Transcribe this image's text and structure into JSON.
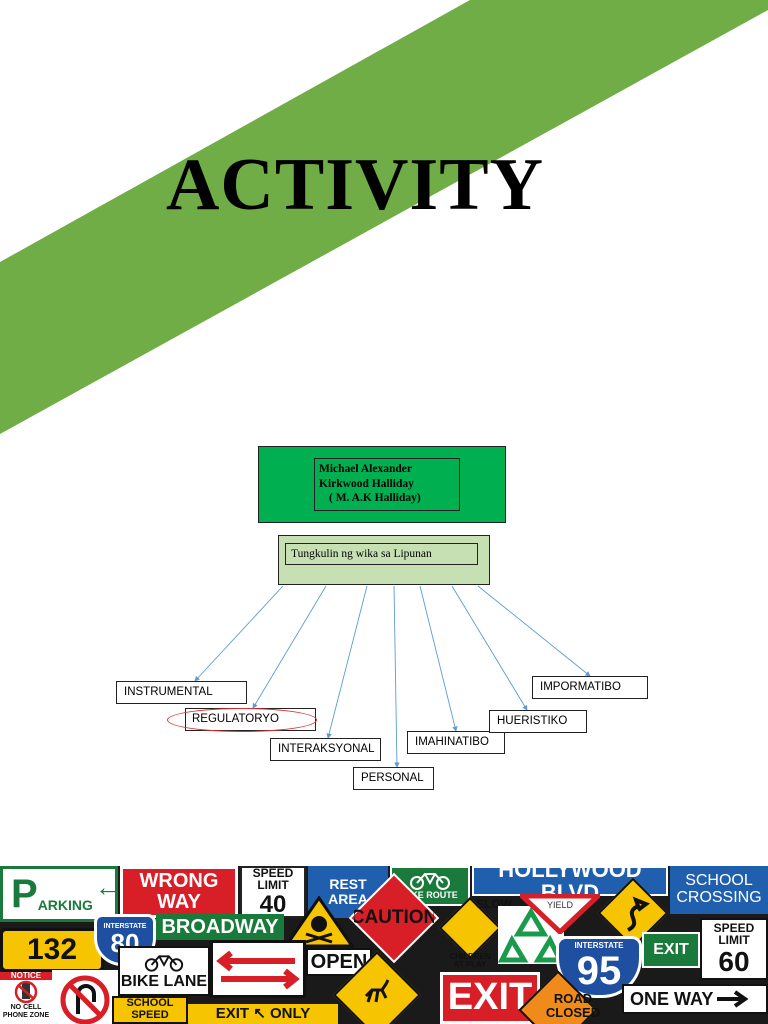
{
  "slide": {
    "title": "ACTIVITY",
    "banner_color": "#70ad47"
  },
  "diagram": {
    "root": {
      "lines": [
        "Michael Alexander",
        "Kirkwood Halliday",
        "( M. A.K Halliday)"
      ],
      "color": "#00b050"
    },
    "hub": {
      "label": "Tungkulin ng wika sa Lipunan",
      "color": "#c6e0b4"
    },
    "leaves": [
      {
        "label": "INSTRUMENTAL"
      },
      {
        "label": "REGULATORYO",
        "highlighted": true
      },
      {
        "label": "INTERAKSYONAL"
      },
      {
        "label": "PERSONAL"
      },
      {
        "label": "IMAHINATIBO"
      },
      {
        "label": "HUERISTIKO"
      },
      {
        "label": "IMPORMATIBO"
      }
    ],
    "connector_color": "#5b9bd5",
    "highlight_color": "#e03030"
  },
  "signs": {
    "parking": "ARKING",
    "parking_p": "P",
    "parking_arrow": "←",
    "wrong_way": [
      "WRONG",
      "WAY"
    ],
    "speed_40_label": [
      "SPEED",
      "LIMIT"
    ],
    "speed_40_value": "40",
    "rest_area": [
      "REST",
      "AREA"
    ],
    "bike_route": "BIKE ROUTE",
    "hollywood": "HOLLYWOOD BLVD",
    "school_crossing": [
      "SCHOOL",
      "CROSSING"
    ],
    "route_132": "132",
    "interstate_80_label": "INTERSTATE",
    "interstate_80": "80",
    "broadway": "BROADWAY",
    "caution": "CAUTION",
    "slow": "SLOW",
    "children": [
      "CHILDREN",
      "AT PLAY"
    ],
    "yield": "YIELD",
    "interstate_95_label": "INTERSTATE",
    "interstate_95": "95",
    "exit_green": "EXIT",
    "speed_60_label": [
      "SPEED",
      "LIMIT"
    ],
    "speed_60_value": "60",
    "notice": "NOTICE",
    "no_cell": [
      "NO CELL",
      "PHONE ZONE"
    ],
    "bike_lane": "BIKE LANE",
    "open": "OPEN",
    "exit_red": "EXIT",
    "road_closed": [
      "ROAD",
      "CLOSED"
    ],
    "one_way": "ONE WAY",
    "school_speed": [
      "SCHOOL",
      "SPEED"
    ],
    "exit_only": "EXIT ↖ ONLY"
  }
}
